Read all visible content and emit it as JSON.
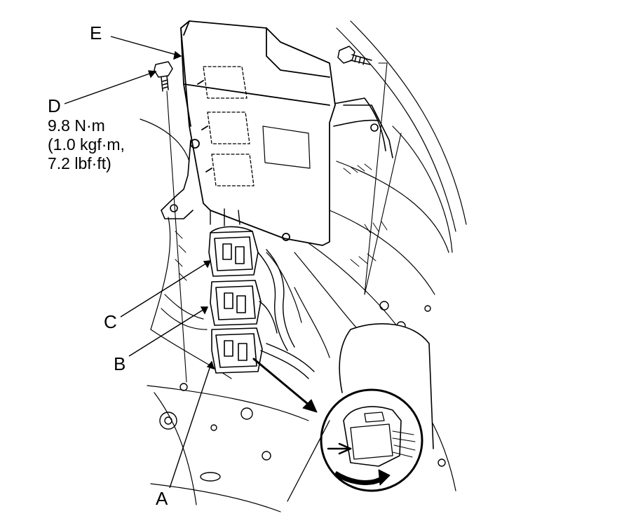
{
  "diagram": {
    "callouts": {
      "A": "A",
      "B": "B",
      "C": "C",
      "D": "D",
      "E": "E"
    },
    "torque_spec": {
      "line1": "9.8 N·m",
      "line2": "(1.0 kgf·m,",
      "line3": "7.2 lbf·ft)"
    }
  },
  "colors": {
    "ink": "#000000",
    "paper": "#ffffff"
  }
}
